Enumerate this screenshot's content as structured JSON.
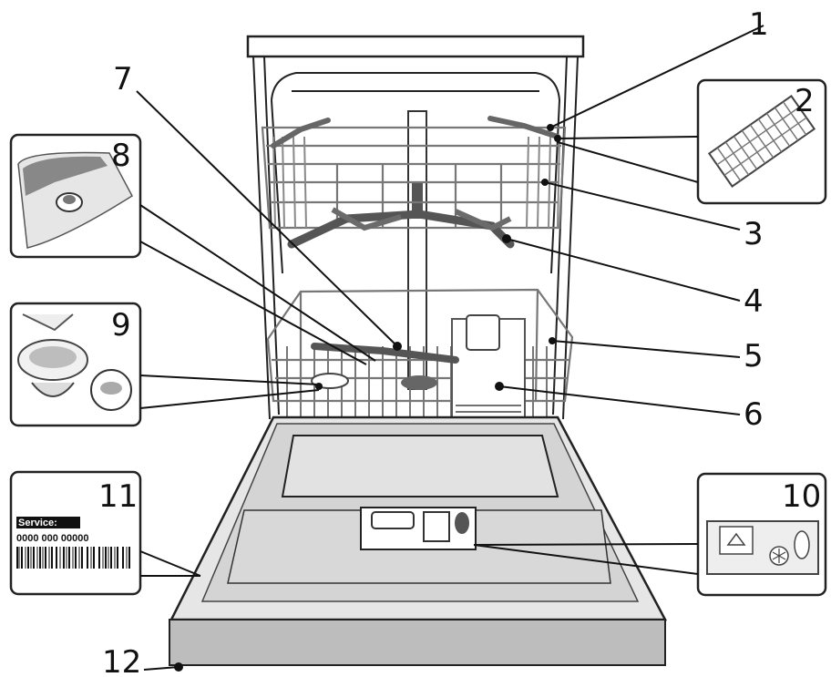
{
  "callouts": [
    {
      "id": "1",
      "label": "1"
    },
    {
      "id": "2",
      "label": "2"
    },
    {
      "id": "3",
      "label": "3"
    },
    {
      "id": "4",
      "label": "4"
    },
    {
      "id": "5",
      "label": "5"
    },
    {
      "id": "6",
      "label": "6"
    },
    {
      "id": "7",
      "label": "7"
    },
    {
      "id": "8",
      "label": "8"
    },
    {
      "id": "9",
      "label": "9"
    },
    {
      "id": "10",
      "label": "10"
    },
    {
      "id": "11",
      "label": "11"
    },
    {
      "id": "12",
      "label": "12"
    }
  ],
  "service_label": {
    "title": "Service:",
    "number": "0000 000 00000"
  }
}
